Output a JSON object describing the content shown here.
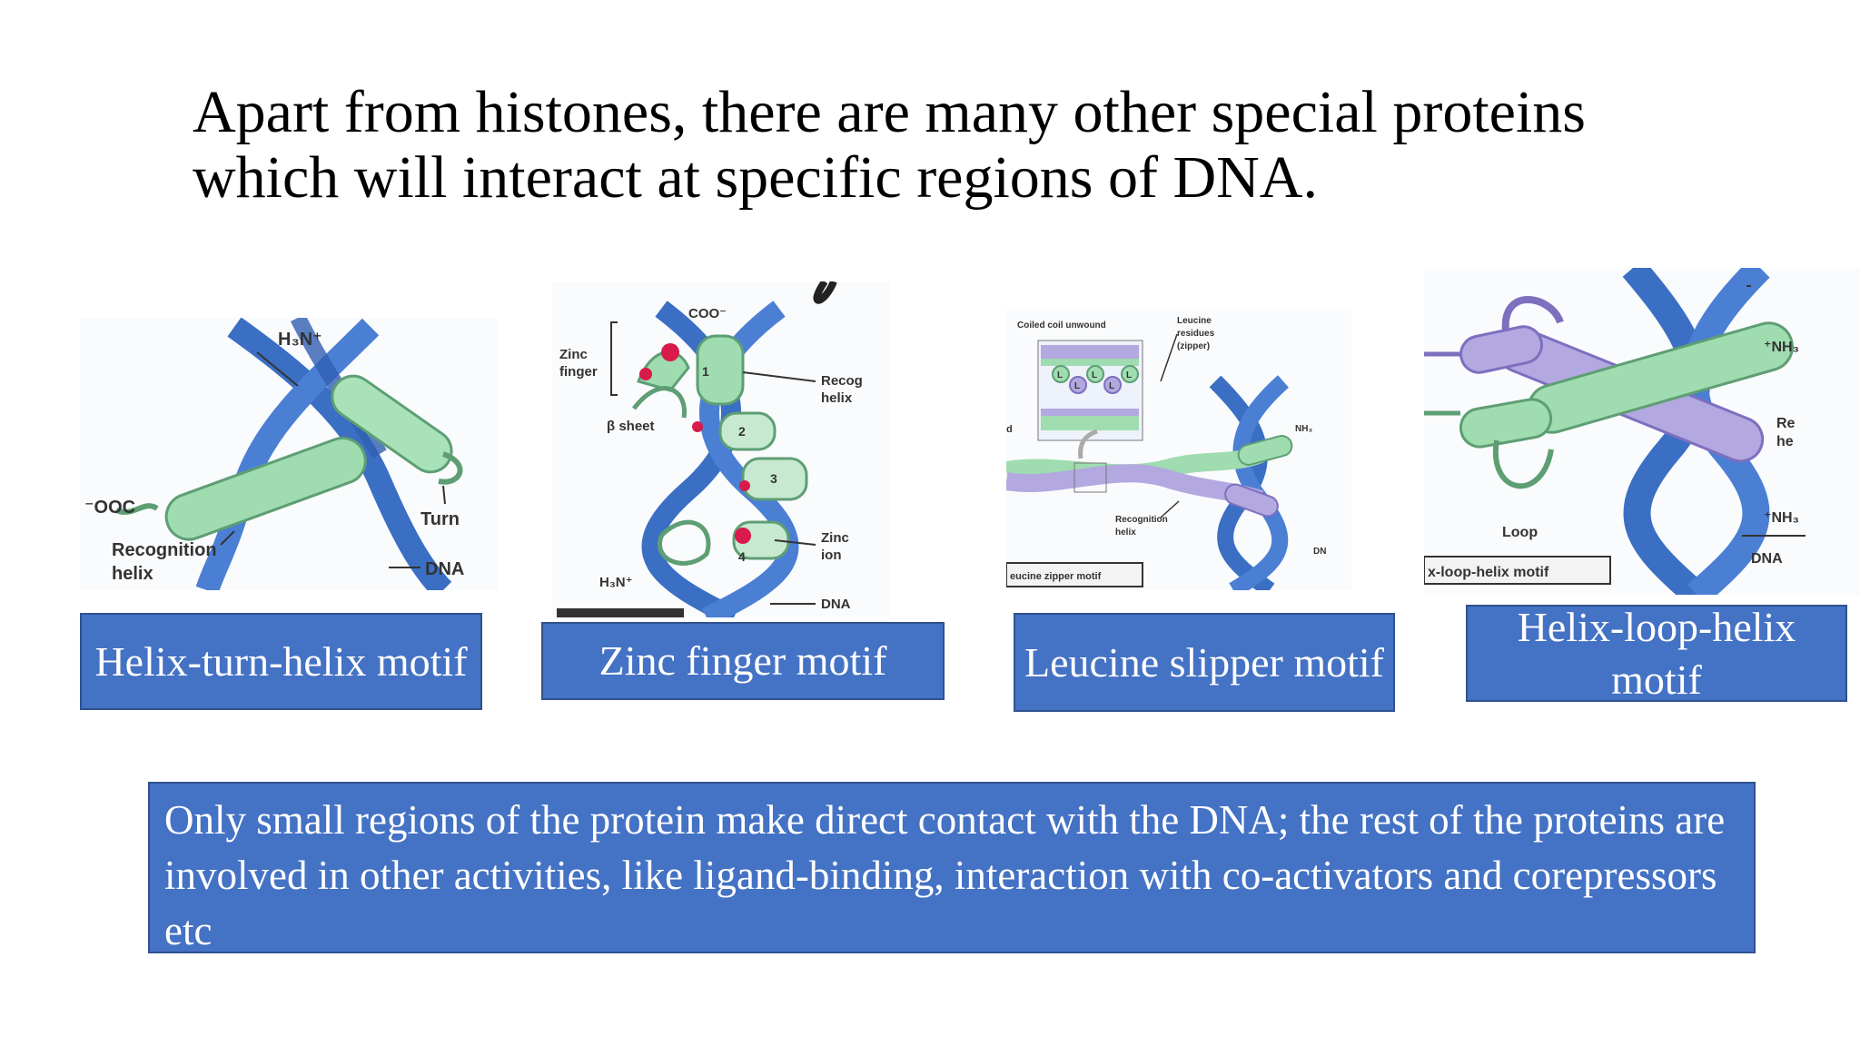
{
  "title": "Apart from histones, there are many other special proteins which will interact at specific regions of DNA.",
  "figures": [
    {
      "labels": {
        "h3n": "H₃N⁺",
        "ooc": "⁻OOC",
        "turn": "Turn",
        "recognition": "Recognition",
        "helix": "helix",
        "dna": "DNA"
      }
    },
    {
      "labels": {
        "coo": "COO⁻",
        "zinc": "Zinc",
        "finger": "finger",
        "beta": "β sheet",
        "recog": "Recog",
        "helix": "helix",
        "zinc2": "Zinc",
        "ion": "ion",
        "h3n": "H₃N⁺",
        "dna": "DNA",
        "n1": "1",
        "n2": "2",
        "n3": "3",
        "n4": "4"
      }
    },
    {
      "labels": {
        "coiled": "Coiled coil unwound",
        "leucine": "Leucine",
        "residues": "residues",
        "zipper": "(zipper)",
        "recognition": "Recognition",
        "helix": "helix",
        "nh3": "NH₃",
        "dn": "DN",
        "caption": "eucine zipper motif",
        "d": "d",
        "L": "L"
      }
    },
    {
      "labels": {
        "nh3a": "⁺NH₃",
        "r": "Re",
        "h": "he",
        "nh3b": "⁺NH₃",
        "loop": "Loop",
        "dna": "DNA",
        "caption": "x-loop-helix motif"
      }
    }
  ],
  "motifs": [
    {
      "label": "Helix-turn-helix motif"
    },
    {
      "label": "Zinc finger motif"
    },
    {
      "label": "Leucine slipper motif"
    },
    {
      "label": "Helix-loop-helix motif"
    }
  ],
  "note": "Only small regions of the protein make direct contact with the DNA; the rest of the proteins are involved in other activities, like ligand-binding, interaction with co-activators and corepressors etc",
  "colors": {
    "accent": "#4472c4",
    "dna": "#3a6fc4",
    "protein_green": "#9fdcb0",
    "protein_purple": "#b3a8e0",
    "zinc": "#d81b4a"
  }
}
